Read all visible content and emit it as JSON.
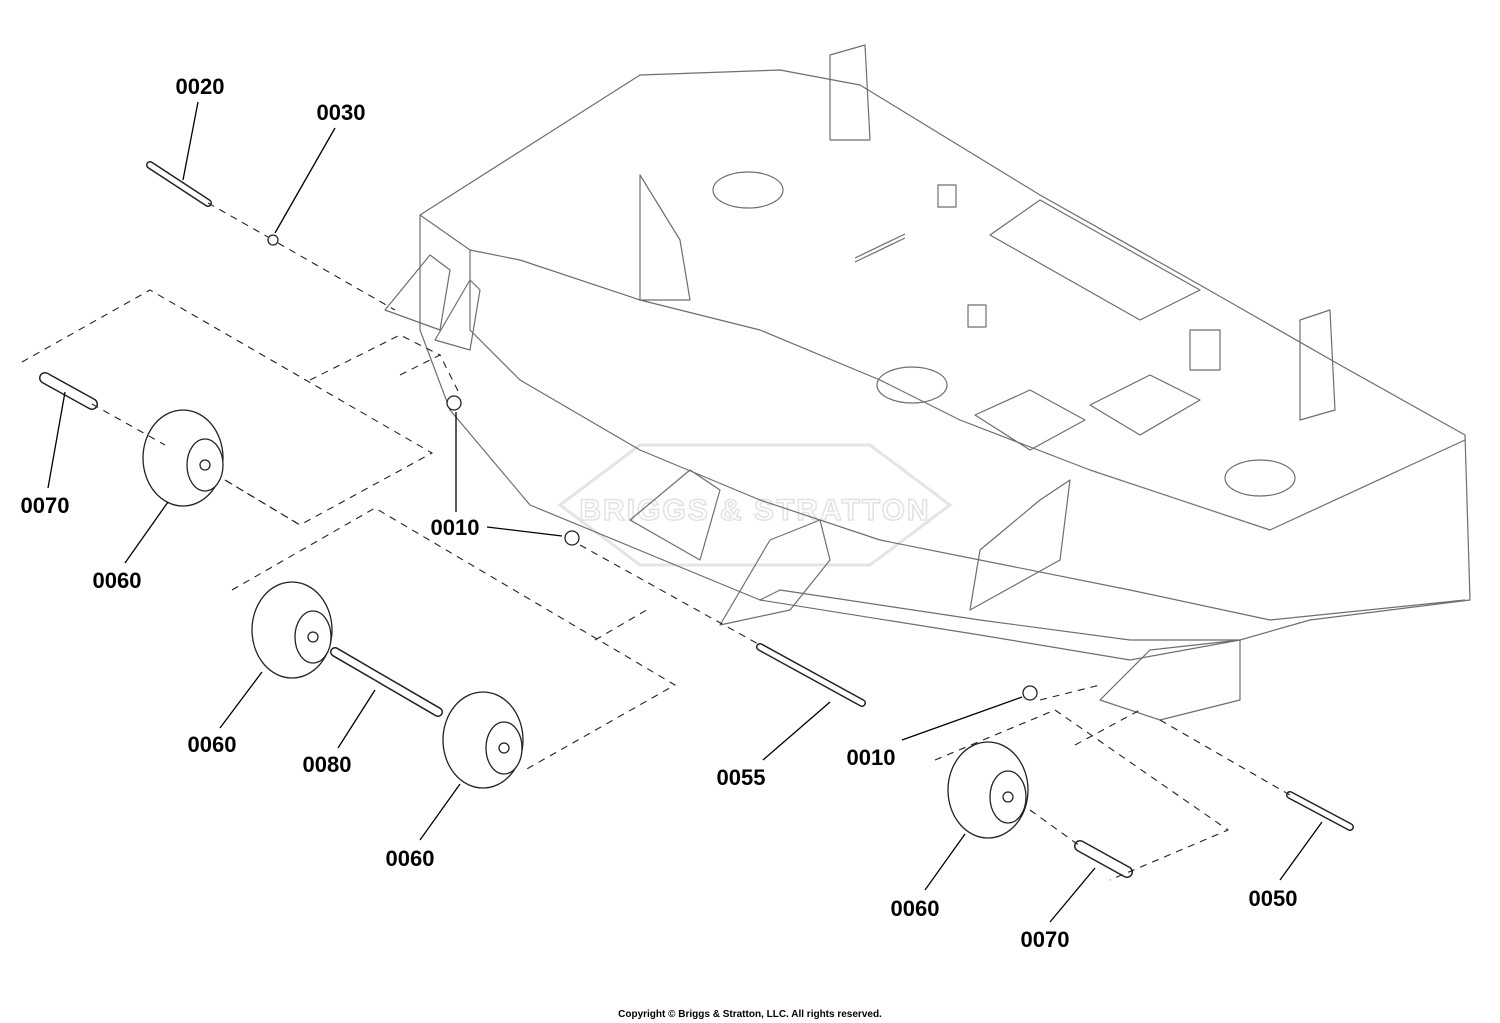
{
  "diagram": {
    "callouts": [
      {
        "id": "c-0020",
        "label": "0020"
      },
      {
        "id": "c-0030",
        "label": "0030"
      },
      {
        "id": "c-0070-left",
        "label": "0070"
      },
      {
        "id": "c-0060-left-top",
        "label": "0060"
      },
      {
        "id": "c-0010-center",
        "label": "0010"
      },
      {
        "id": "c-0060-mid-left",
        "label": "0060"
      },
      {
        "id": "c-0080",
        "label": "0080"
      },
      {
        "id": "c-0060-mid-bottom",
        "label": "0060"
      },
      {
        "id": "c-0055",
        "label": "0055"
      },
      {
        "id": "c-0010-right",
        "label": "0010"
      },
      {
        "id": "c-0060-right",
        "label": "0060"
      },
      {
        "id": "c-0070-right",
        "label": "0070"
      },
      {
        "id": "c-0050",
        "label": "0050"
      }
    ],
    "watermark": "BRIGGS & STRATTON",
    "copyright": "Copyright © Briggs & Stratton, LLC. All rights reserved."
  }
}
